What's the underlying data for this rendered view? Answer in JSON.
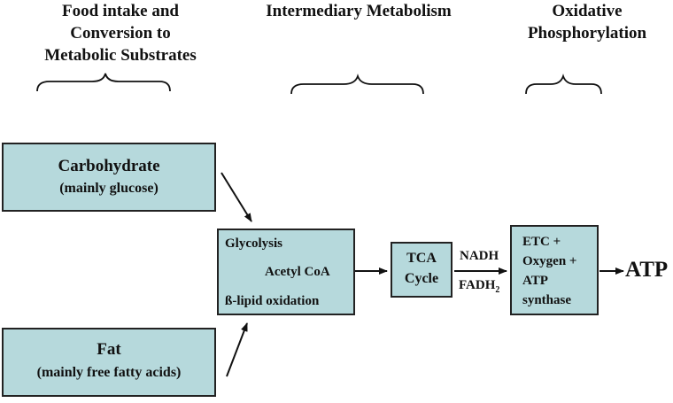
{
  "headers": {
    "food": [
      "Food intake and",
      "Conversion to",
      "Metabolic Substrates"
    ],
    "intermediary": [
      "Intermediary Metabolism"
    ],
    "oxidative": [
      "Oxidative",
      "Phosphorylation"
    ]
  },
  "boxes": {
    "carbohydrate": {
      "title": "Carbohydrate",
      "subtitle": "(mainly glucose)"
    },
    "fat": {
      "title": "Fat",
      "subtitle": "(mainly free fatty acids)"
    },
    "metabolism": {
      "glycolysis": "Glycolysis",
      "acetyl_coa": "Acetyl CoA",
      "beta_lipid": "ß-lipid oxidation"
    },
    "tca": [
      "TCA",
      "Cycle"
    ],
    "etc": [
      "ETC +",
      "Oxygen +",
      "ATP",
      "synthase"
    ]
  },
  "labels": {
    "nadh": "NADH",
    "fadh": "FADH",
    "fadh_sub": "2",
    "atp": "ATP"
  },
  "colors": {
    "box_fill": "#b6d9dc",
    "border": "#222222"
  }
}
